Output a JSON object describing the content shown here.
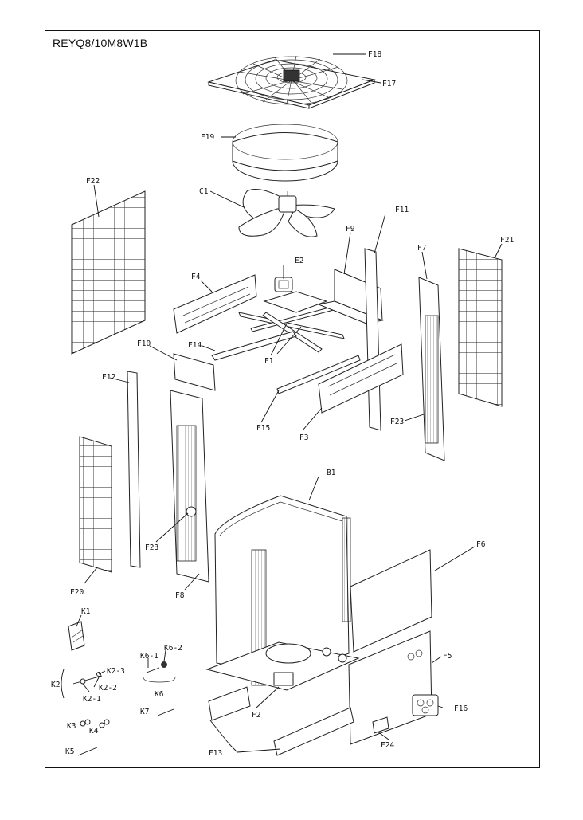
{
  "model": "REYQ8/10M8W1B",
  "labels": {
    "F18": "F18",
    "F17": "F17",
    "F19": "F19",
    "C1": "C1",
    "F22": "F22",
    "F11": "F11",
    "F9": "F9",
    "E2": "E2",
    "F7": "F7",
    "F21": "F21",
    "F4": "F4",
    "F14": "F14",
    "F1": "F1",
    "F10": "F10",
    "F12": "F12",
    "F15": "F15",
    "F3": "F3",
    "F23a": "F23",
    "F23b": "F23",
    "B1": "B1",
    "F6": "F6",
    "F20": "F20",
    "F8": "F8",
    "K1": "K1",
    "K6_2": "K6-2",
    "K6_1": "K6-1",
    "K2_3": "K2-3",
    "K2": "K2",
    "K2_2": "K2-2",
    "K2_1": "K2-1",
    "K6": "K6",
    "K7": "K7",
    "K3": "K3",
    "K4": "K4",
    "K5": "K5",
    "F5": "F5",
    "F16": "F16",
    "F2": "F2",
    "F13": "F13",
    "F24": "F24"
  }
}
